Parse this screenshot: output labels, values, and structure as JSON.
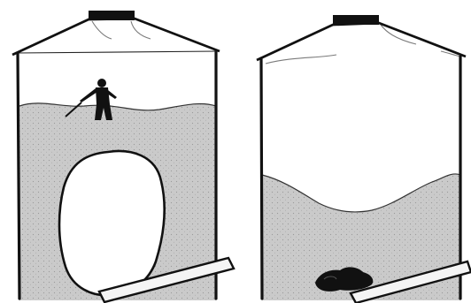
{
  "figure": {
    "panels": [
      {
        "id": "left",
        "scene": "bridged-grain-with-cavity",
        "person_on_surface": true
      },
      {
        "id": "right",
        "scene": "lowered-grain-surface",
        "person_on_surface": false,
        "fallen_figure_near_auger": true
      }
    ],
    "colors": {
      "ink": "#111111",
      "grain_fill": "#c9c9c9",
      "background": "#ffffff",
      "auger_fill": "#f4f4f4"
    }
  }
}
